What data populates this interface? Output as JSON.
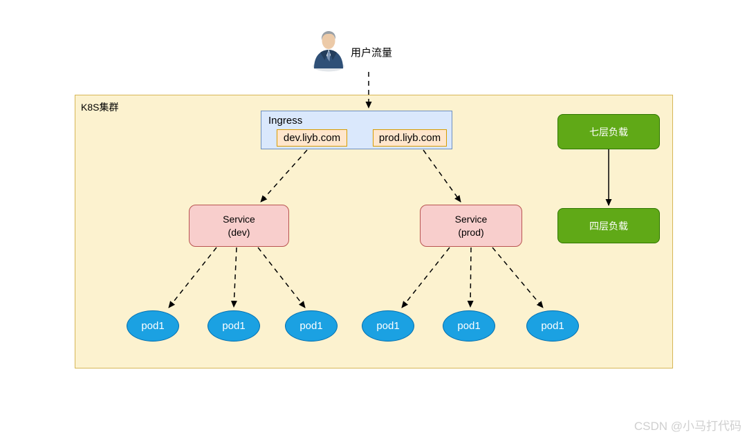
{
  "user": {
    "label": "用户流量"
  },
  "cluster": {
    "label": "K8S集群"
  },
  "ingress": {
    "title": "Ingress",
    "hosts": [
      "dev.liyb.com",
      "prod.liyb.com"
    ]
  },
  "services": [
    {
      "name": "Service",
      "env": "(dev)"
    },
    {
      "name": "Service",
      "env": "(prod)"
    }
  ],
  "pods": [
    "pod1",
    "pod1",
    "pod1",
    "pod1",
    "pod1",
    "pod1"
  ],
  "load_balancers": [
    "七层负载",
    "四层负载"
  ],
  "watermark": "CSDN @小马打代码",
  "colors": {
    "cluster_fill": "#FCF2CF",
    "cluster_border": "#D6B656",
    "ingress_fill": "#DAE8FC",
    "ingress_border": "#6C8EBF",
    "host_fill": "#FFE6CC",
    "host_border": "#D79B00",
    "service_fill": "#F8CECC",
    "service_border": "#B85450",
    "pod_fill": "#1BA1E2",
    "pod_border": "#006EAF",
    "lb_fill": "#60A917",
    "lb_border": "#2D7600",
    "arrow": "#000000",
    "watermark": "#CFCFCF"
  }
}
